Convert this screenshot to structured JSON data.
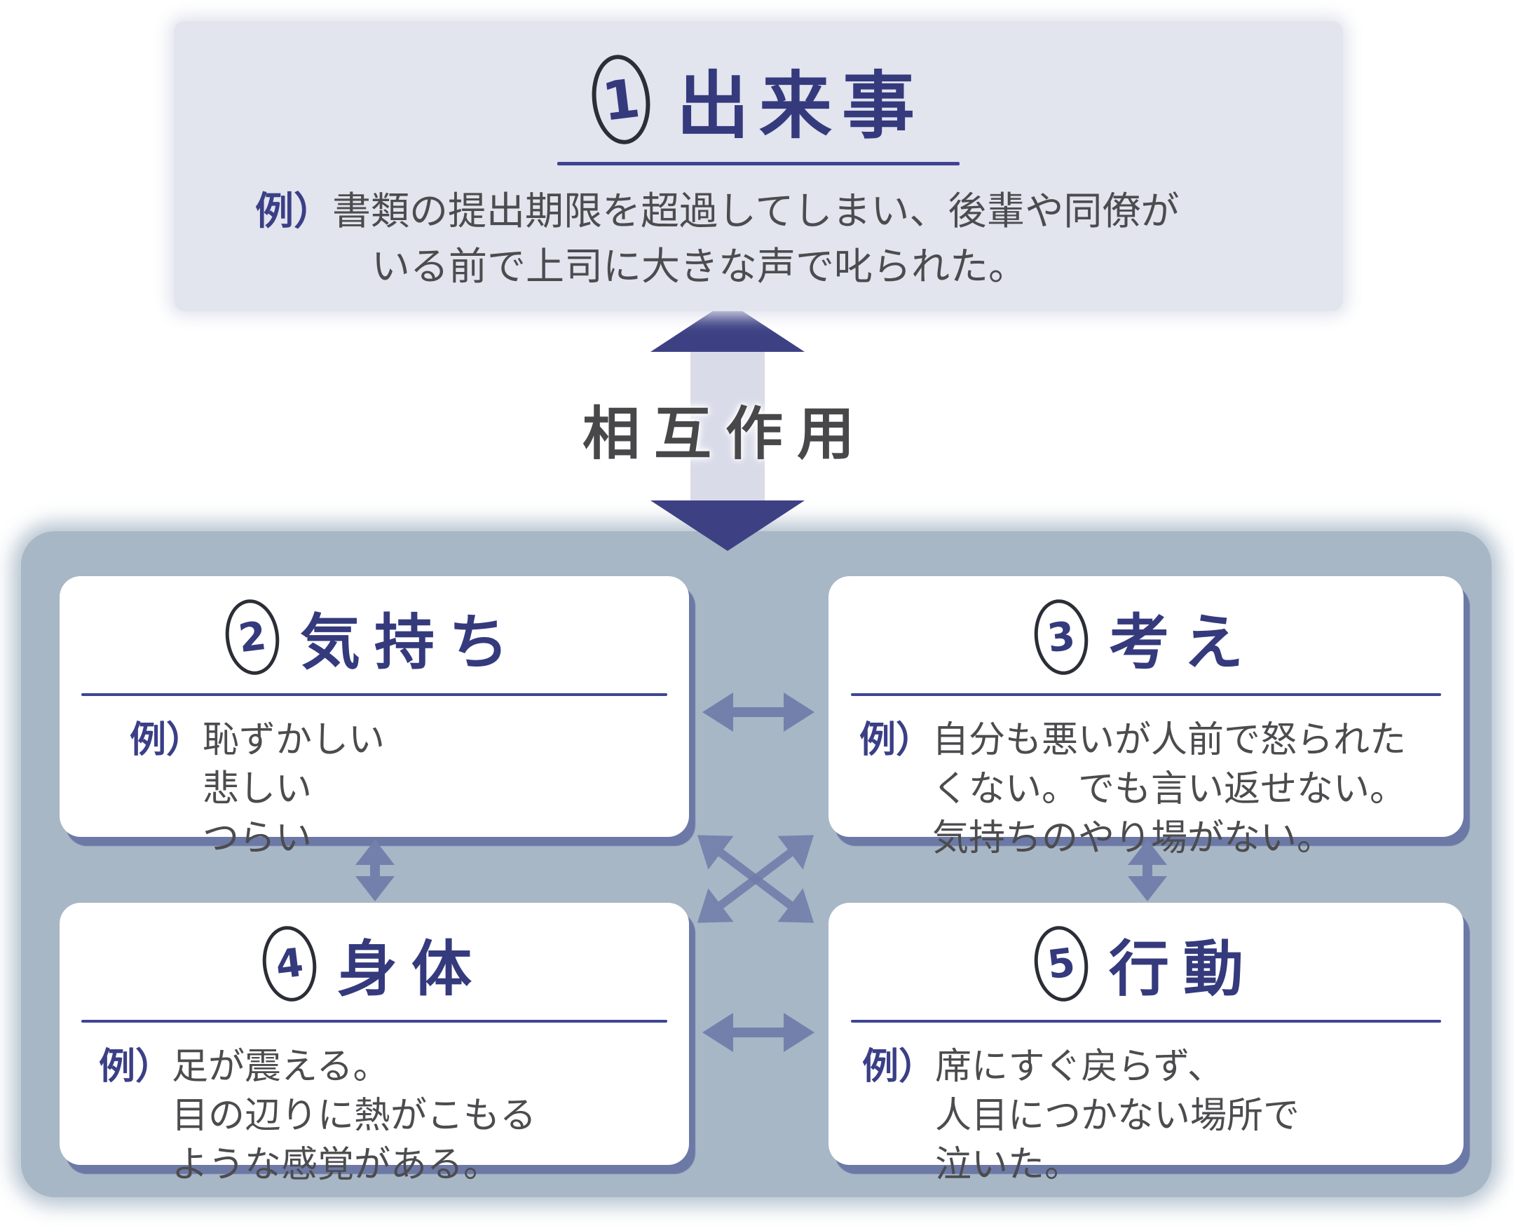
{
  "diagram": {
    "event_box": {
      "number": "1",
      "title": "出来事",
      "example_label": "例）",
      "example_lines": [
        "書類の提出期限を超過してしまい、後輩や同僚が",
        "いる前で上司に大きな声で叱られた。"
      ]
    },
    "interaction_label": "相互作用",
    "boxes": [
      {
        "number": "2",
        "title": "気持ち",
        "example_label": "例）",
        "example_lines": [
          "恥ずかしい",
          "悲しい",
          "つらい"
        ]
      },
      {
        "number": "3",
        "title": "考え",
        "example_label": "例）",
        "example_lines": [
          "自分も悪いが人前で怒られた",
          "くない。でも言い返せない。",
          "気持ちのやり場がない。"
        ]
      },
      {
        "number": "4",
        "title": "身体",
        "example_label": "例）",
        "example_lines": [
          "足が震える。",
          "目の辺りに熱がこもる",
          "ような感覚がある。"
        ]
      },
      {
        "number": "5",
        "title": "行動",
        "example_label": "例）",
        "example_lines": [
          "席にすぐ戻らず、",
          "人目につかない場所で",
          "泣いた。"
        ]
      }
    ],
    "colors": {
      "event_box_bg": "#e2e4ee",
      "container_bg": "#a7b7c6",
      "title_navy": "#353a7d",
      "underline_navy": "#3d4292",
      "body_text": "#4c4c4f",
      "interaction_text": "#48484b",
      "big_arrow_head": "#3d4184",
      "big_arrow_shaft": "#d9dbe9",
      "small_arrow": "#7480ac",
      "box_shadow": "#6c79a6"
    }
  }
}
